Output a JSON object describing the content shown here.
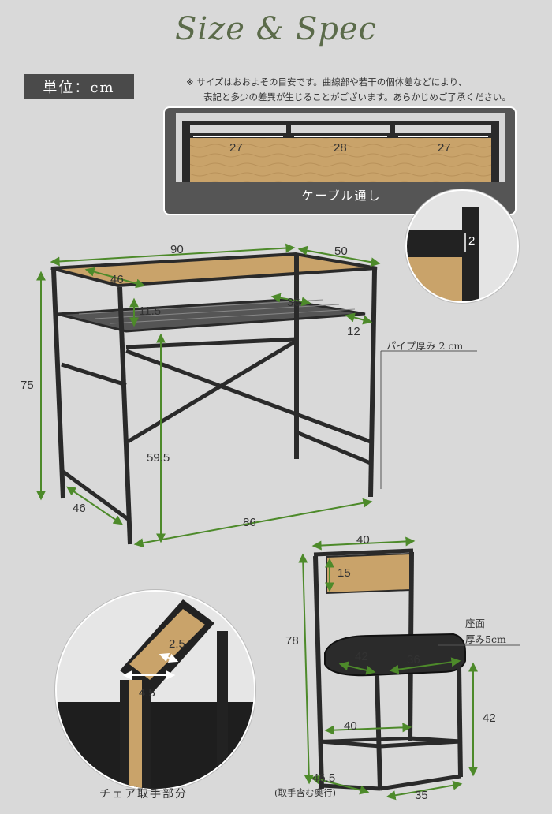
{
  "title": "Size & Spec",
  "unit": "単位：cm",
  "note": {
    "line1": "※ サイズはおおよその目安です。曲線部や若干の個体差などにより、",
    "line2": "表記と多少の差異が生じることがございます。あらかじめご了承ください。"
  },
  "cable": {
    "label": "ケーブル通し",
    "widths": [
      "27",
      "28",
      "27"
    ]
  },
  "pipe_zoom": {
    "thickness": "2"
  },
  "pipe_callout": "パイプ厚み 2 cm",
  "desk": {
    "width": "90",
    "depth": "50",
    "top_inner": "46",
    "shelf_height": "11.5",
    "shelf_depth": "36",
    "side_depth": "12",
    "height": "75",
    "leg_clearance": "59.5",
    "bottom_width": "86",
    "bottom_depth": "46"
  },
  "chair": {
    "width": "40",
    "back_height": "15",
    "total_height": "78",
    "seat_depth": "42",
    "seat_width": "36",
    "seat_height": "42",
    "inner_width": "40",
    "depth_with_handle": "46.5",
    "depth_note": "(取手含む奥行)",
    "bottom_width": "35",
    "seat_label": "座面",
    "seat_thickness": "厚み5cm"
  },
  "handle_zoom": {
    "d1": "2.5",
    "d2": "4.5",
    "label": "チェア取手部分"
  },
  "colors": {
    "background": "#d9d9d9",
    "frame": "#2a2a2a",
    "wood": "#c9a36a",
    "arrow": "#4d8a2a",
    "title": "#5b6b4a"
  }
}
